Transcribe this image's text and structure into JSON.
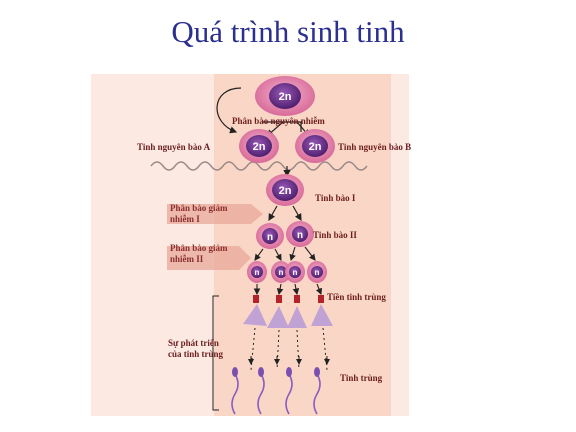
{
  "title": "Quá trình sinh tinh",
  "labels": {
    "mitosis": "Phân bào nguyên nhiễm",
    "spermatogonium_a": "Tinh nguyên bào A",
    "spermatogonium_b": "Tinh nguyên bào B",
    "primary_spermatocyte": "Tinh bào I",
    "meiosis_1_line1": "Phân bào giảm",
    "meiosis_1_line2": "nhiễm I",
    "secondary_spermatocyte": "Tinh bào II",
    "meiosis_2_line1": "Phân bào giảm",
    "meiosis_2_line2": "nhiễm II",
    "spermatid": "Tiền tinh trùng",
    "development_line1": "Sự phát triển",
    "development_line2": "của tinh trùng",
    "sperm": "Tinh trùng"
  },
  "cells": {
    "top": "2n",
    "left": "2n",
    "right": "2n",
    "primary": "2n",
    "secondary": "n",
    "spermatid": "n"
  },
  "colors": {
    "title": "#2b2f8f",
    "label": "#6b1e1e",
    "cell_outer": "#e77fa8",
    "nucleus": "#6a2f8a",
    "arrow_band": "#e8a89a"
  }
}
